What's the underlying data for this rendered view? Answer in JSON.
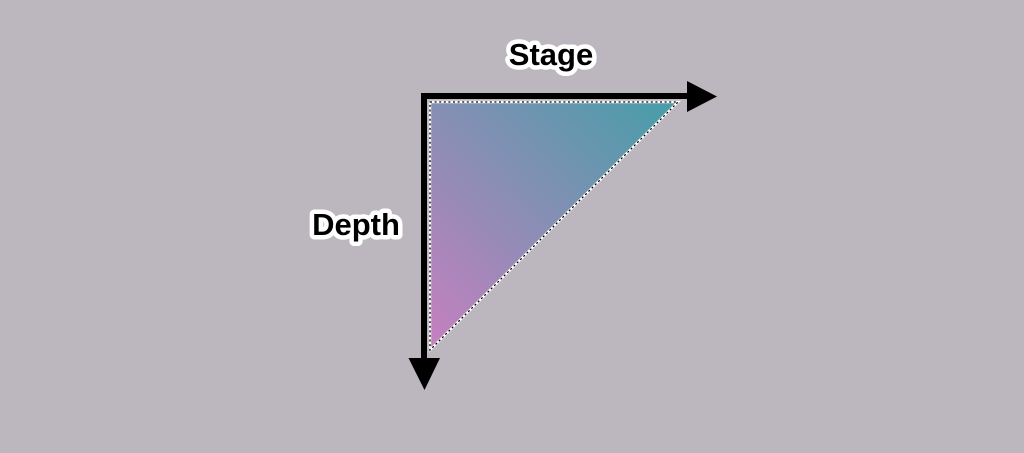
{
  "diagram": {
    "background_color": "#bcb6be",
    "axis_color": "#000000",
    "label_fill_color": "#000000",
    "label_halo_color": "#ffffff",
    "stage_axis": {
      "label": "Stage",
      "direction": "right"
    },
    "depth_axis": {
      "label": "Depth",
      "direction": "down"
    },
    "triangle": {
      "gradient_start_color": "#c77fc0",
      "gradient_end_color": "#459ea9",
      "border_style": "dotted",
      "border_color": "#000000",
      "border_underlay_color": "#ffffff"
    }
  }
}
